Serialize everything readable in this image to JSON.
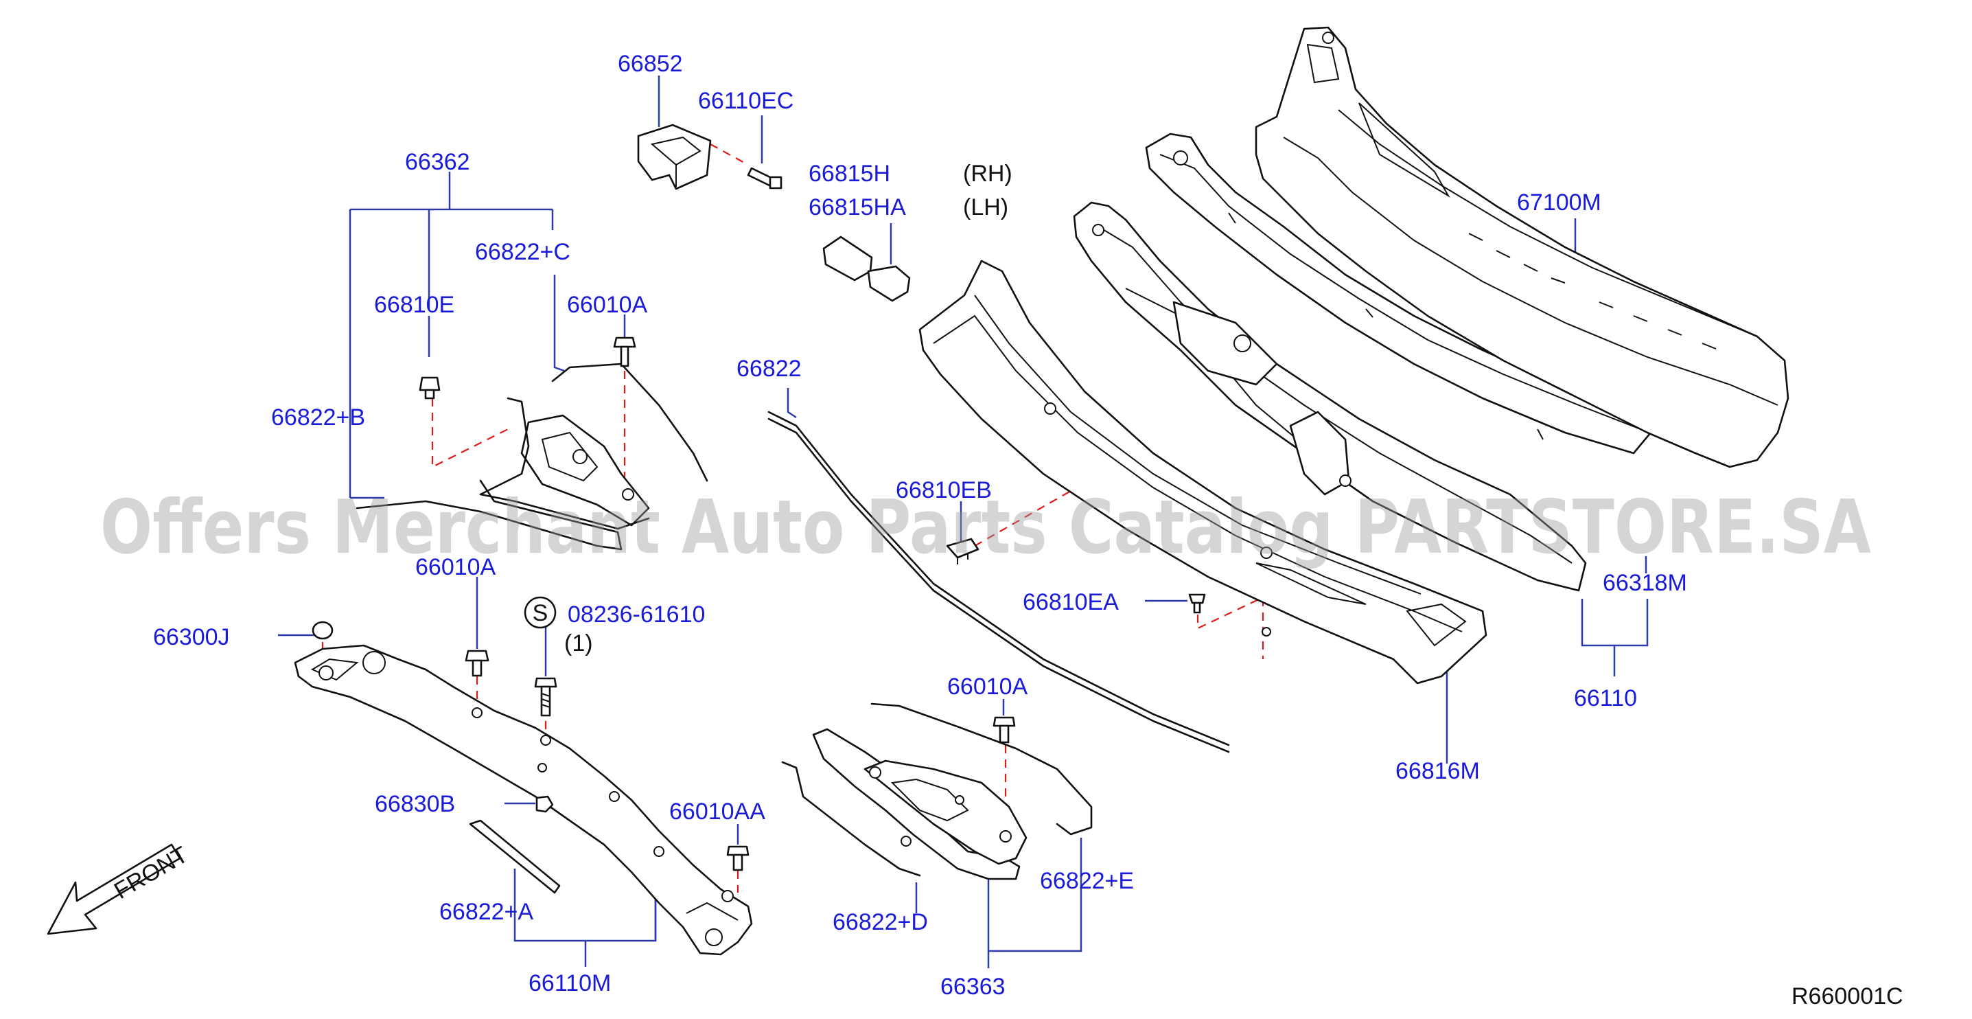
{
  "watermark": "Offers Merchant Auto Parts Catalog PARTSTORE.SA",
  "diagram_code": "R660001C",
  "front_label": "FRONT",
  "side_rh": "(RH)",
  "side_lh": "(LH)",
  "service_symbol": "S",
  "quantity_note": "(1)",
  "parts": {
    "p66852": "66852",
    "p66110EC": "66110EC",
    "p66362": "66362",
    "p66822C": "66822+C",
    "p66810E": "66810E",
    "p66010A_top": "66010A",
    "p66822B": "66822+B",
    "p66815H": "66815H",
    "p66815HA": "66815HA",
    "p66822": "66822",
    "p67100M": "67100M",
    "p66810EB": "66810EB",
    "p66810EA": "66810EA",
    "p66318M": "66318M",
    "p66110": "66110",
    "p66816M": "66816M",
    "p66010A_left": "66010A",
    "p66300J": "66300J",
    "p08236": "08236-61610",
    "p66830B": "66830B",
    "p66010AA": "66010AA",
    "p66822A": "66822+A",
    "p66110M": "66110M",
    "p66010A_bottom": "66010A",
    "p66822D": "66822+D",
    "p66822E": "66822+E",
    "p66363": "66363"
  }
}
